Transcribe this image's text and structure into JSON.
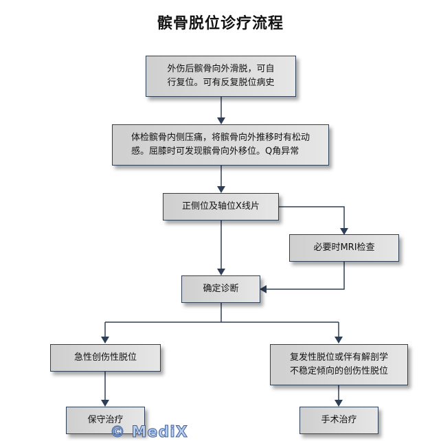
{
  "title": "髌骨脱位诊疗流程",
  "nodes": {
    "injury": {
      "line1": "外伤后髌骨向外滑脱，可自",
      "line2": "行复位。可有反复脱位病史"
    },
    "exam": {
      "line1": "体检髌骨内侧压痛，将髌骨向外推移时有松动",
      "line2": "感。屈膝时可发现髌骨向外移位。Q角异常"
    },
    "xray": {
      "label": "正侧位及轴位X线片"
    },
    "mri": {
      "label": "必要时MRI检查"
    },
    "diagnosis": {
      "label": "确定诊断"
    },
    "acute": {
      "label": "急性创伤性脱位"
    },
    "recurrent": {
      "line1": "复发性脱位或伴有解剖学",
      "line2": "不稳定倾向的创伤性脱位"
    },
    "conservative": {
      "label": "保守治疗"
    },
    "surgery": {
      "label": "手术治疗"
    }
  },
  "watermark": "© MediX",
  "colors": {
    "edge": "#2e3f55",
    "node_border": "#2e3f55"
  }
}
